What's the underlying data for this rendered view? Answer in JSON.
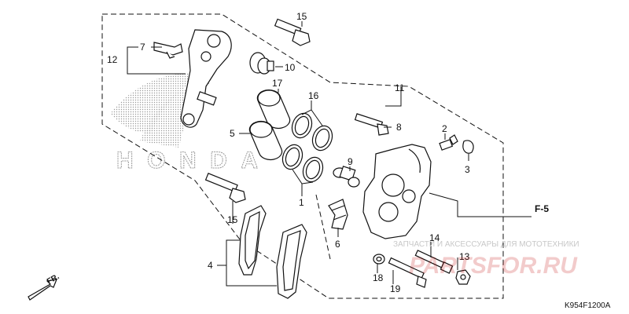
{
  "callouts": {
    "c1": "1",
    "c2": "2",
    "c3": "3",
    "c4": "4",
    "c5": "5",
    "c6": "6",
    "c7": "7",
    "c8": "8",
    "c9": "9",
    "c10": "10",
    "c11": "11",
    "c12": "12",
    "c13": "13",
    "c14": "14",
    "c15a": "15",
    "c15b": "15",
    "c16": "16",
    "c17": "17",
    "c18": "18",
    "c19": "19"
  },
  "reference": "F-5",
  "front_label": "FR.",
  "diagram_code": "K954F1200A",
  "watermark": {
    "brand": "HONDA",
    "caption": "ЗАПЧАСТИ И АКСЕССУАРЫ ДЛЯ МОТОТЕХНИКИ",
    "site": "PARTSFOR.RU"
  },
  "colors": {
    "line": "#111111",
    "watermark_red": "#c00000",
    "halftone": "#9a9a9a"
  }
}
